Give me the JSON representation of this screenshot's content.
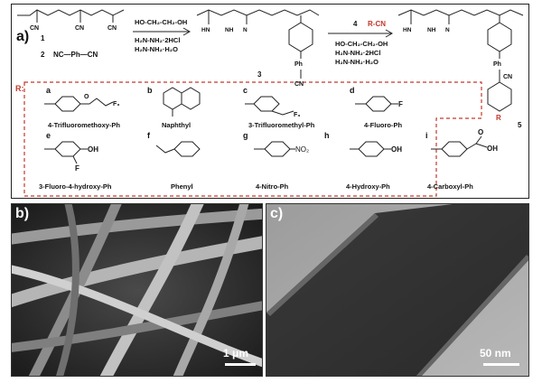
{
  "panel_a": {
    "label": "a)",
    "compound_numbers": [
      "1",
      "2",
      "3",
      "4",
      "5"
    ],
    "nc_ph_cn": "NC—Ph—CN",
    "reagents_step1": [
      "HO-CH₂-CH₂-OH",
      "H₂N-NH₂·2HCl",
      "H₂N-NH₂·H₂O"
    ],
    "step_number": "4",
    "step_reagent": "R-CN",
    "reagents_step2": [
      "HO-CH₂-CH₂-OH",
      "H₂N-NH₂·2HCl",
      "H₂N-NH₂·H₂O"
    ],
    "r_label": "R:",
    "r_groups": [
      {
        "letter": "a",
        "name": "4-Trifluoromethoxy-Ph"
      },
      {
        "letter": "b",
        "name": "Naphthyl"
      },
      {
        "letter": "c",
        "name": "3-Trifluoromethyl-Ph"
      },
      {
        "letter": "d",
        "name": "4-Fluoro-Ph"
      },
      {
        "letter": "e",
        "name": "3-Fluoro-4-hydroxy-Ph"
      },
      {
        "letter": "f",
        "name": "Phenyl"
      },
      {
        "letter": "g",
        "name": "4-Nitro-Ph"
      },
      {
        "letter": "h",
        "name": "4-Hydroxy-Ph"
      },
      {
        "letter": "i",
        "name": "4-Carboxyl-Ph"
      }
    ],
    "struct_text": {
      "cn": "CN",
      "ph": "Ph",
      "r": "R",
      "nh": "NH",
      "hn": "HN",
      "n": "N",
      "cf3": "F₃",
      "f": "F",
      "oh": "OH",
      "no2": "NO₂",
      "o": "O"
    },
    "accent_color": "#c0392b"
  },
  "panel_b": {
    "label": "b)",
    "scale": "1 μm"
  },
  "panel_c": {
    "label": "c)",
    "scale": "50 nm"
  }
}
